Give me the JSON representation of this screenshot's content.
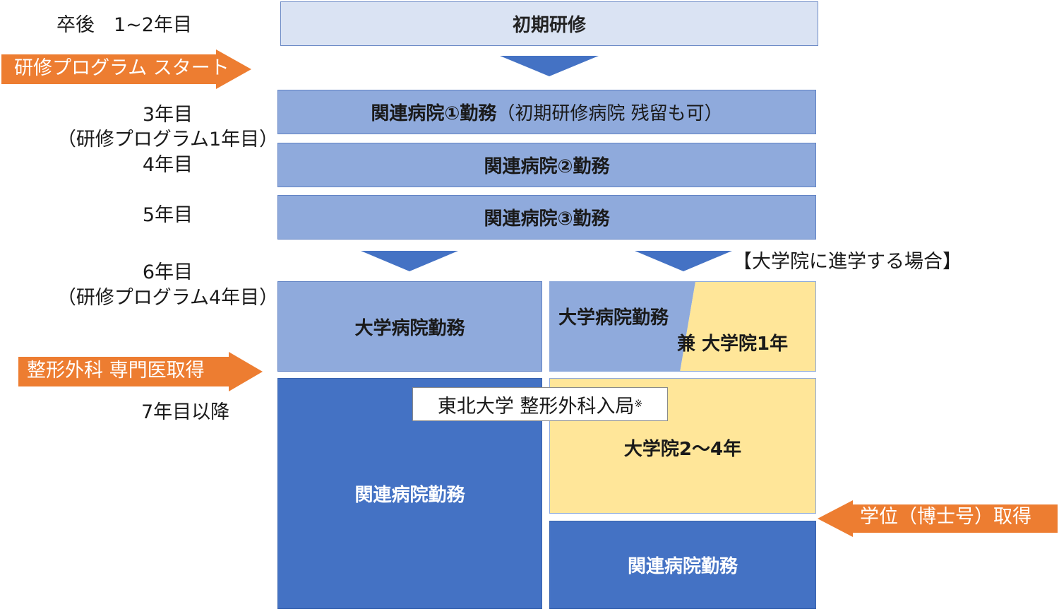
{
  "colors": {
    "light": "#dae3f3",
    "medium": "#8faadc",
    "dark": "#4472c4",
    "yellow": "#ffe699",
    "orange": "#ed7d31"
  },
  "left_labels": {
    "year1_2": "卒後　1~2年目",
    "year3": "3年目",
    "year3_sub": "（研修プログラム1年目）",
    "year4": "4年目",
    "year5": "5年目",
    "year6": "6年目",
    "year6_sub": "（研修プログラム4年目）",
    "year7": "7年目以降"
  },
  "callouts": {
    "program_start": "研修プログラム スタート",
    "specialist": "整形外科 専門医取得",
    "degree": "学位（博士号）取得"
  },
  "boxes": {
    "initial_training": "初期研修",
    "related1_bold": "関連病院①勤務",
    "related1_normal": "（初期研修病院 残留も可）",
    "related2": "関連病院②勤務",
    "related3": "関連病院③勤務",
    "grad_case": "【大学院に進学する場合】",
    "univ_hospital": "大学病院勤務",
    "univ_hospital_split": "大学病院勤務",
    "grad_year1": "兼 大学院1年",
    "tohoku_join": "東北大学 整形外科入局",
    "tohoku_mark": "※",
    "grad_2_4": "大学院2～4年",
    "related_left": "関連病院勤務",
    "related_right": "関連病院勤務"
  }
}
